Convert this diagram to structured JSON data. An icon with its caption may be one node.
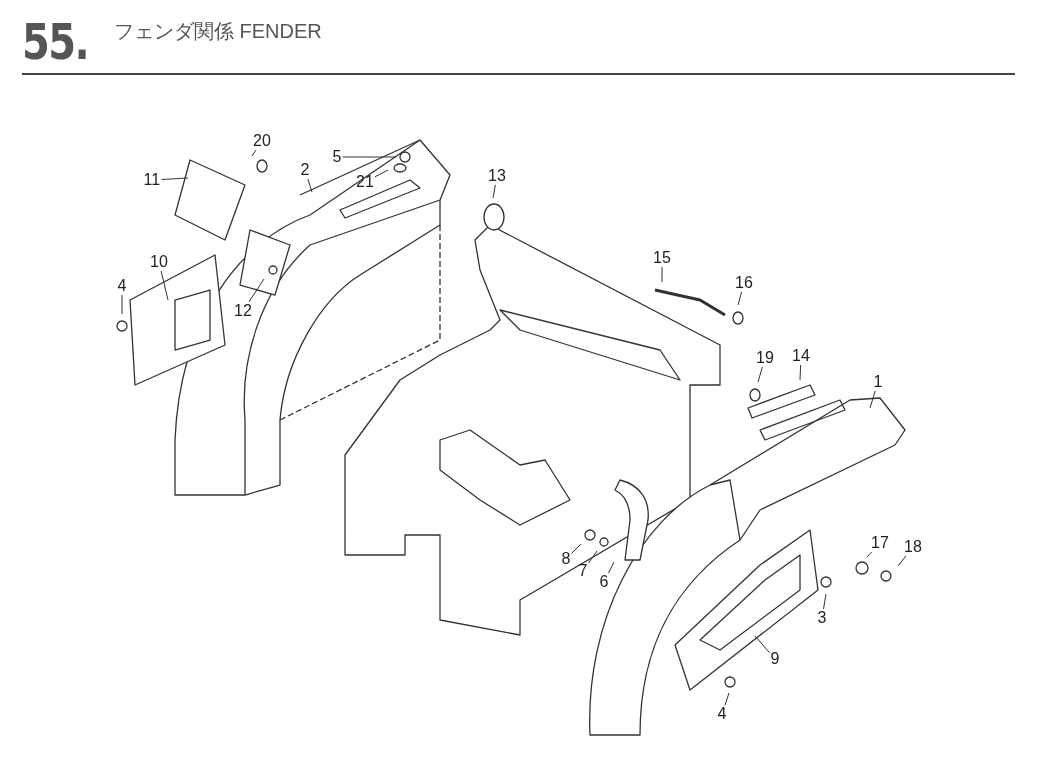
{
  "diagram": {
    "title": "フェンダ関係 FENDER",
    "nodes": [
      {
        "text": [
          "20"
        ]
      },
      {
        "text": [
          "5"
        ]
      },
      {
        "text": [
          "2"
        ]
      },
      {
        "text": [
          "13"
        ]
      },
      {
        "text": [
          "11"
        ]
      },
      {
        "text": [
          "21"
        ]
      },
      {
        "text": [
          "15"
        ]
      },
      {
        "text": [
          "10"
        ]
      },
      {
        "text": [
          "16"
        ]
      },
      {
        "text": [
          "4"
        ]
      },
      {
        "text": [
          "12"
        ]
      },
      {
        "text": [
          "14"
        ]
      },
      {
        "text": [
          "19"
        ]
      },
      {
        "text": [
          "1"
        ]
      },
      {
        "text": [
          "17"
        ]
      },
      {
        "text": [
          "18"
        ]
      },
      {
        "text": [
          "8"
        ]
      },
      {
        "text": [
          "7"
        ]
      },
      {
        "text": [
          "6"
        ]
      },
      {
        "text": [
          "3"
        ]
      },
      {
        "text": [
          "9"
        ]
      },
      {
        "text": [
          "4"
        ]
      }
    ],
    "edges": [
      {
        "from": 0,
        "to": null,
        "arrow": "none"
      },
      {
        "from": 1,
        "to": null,
        "arrow": "none"
      },
      {
        "from": 2,
        "to": null,
        "arrow": "none"
      },
      {
        "from": 3,
        "to": null,
        "arrow": "none"
      },
      {
        "from": 4,
        "to": null,
        "arrow": "none"
      },
      {
        "from": 5,
        "to": null,
        "arrow": "none"
      },
      {
        "from": 6,
        "to": null,
        "arrow": "none"
      },
      {
        "from": 7,
        "to": null,
        "arrow": "none"
      },
      {
        "from": 8,
        "to": null,
        "arrow": "none"
      },
      {
        "from": 9,
        "to": null,
        "arrow": "none"
      },
      {
        "from": 10,
        "to": null,
        "arrow": "none"
      },
      {
        "from": 11,
        "to": null,
        "arrow": "none"
      },
      {
        "from": 12,
        "to": null,
        "arrow": "none"
      },
      {
        "from": 13,
        "to": null,
        "arrow": "none"
      },
      {
        "from": 14,
        "to": null,
        "arrow": "none"
      },
      {
        "from": 15,
        "to": null,
        "arrow": "none"
      },
      {
        "from": 16,
        "to": null,
        "arrow": "none"
      },
      {
        "from": 17,
        "to": null,
        "arrow": "none"
      },
      {
        "from": 18,
        "to": null,
        "arrow": "none"
      },
      {
        "from": 19,
        "to": null,
        "arrow": "none"
      },
      {
        "from": 20,
        "to": null,
        "arrow": "none"
      },
      {
        "from": 21,
        "to": null,
        "arrow": "none"
      }
    ],
    "labels": [
      "55."
    ]
  }
}
